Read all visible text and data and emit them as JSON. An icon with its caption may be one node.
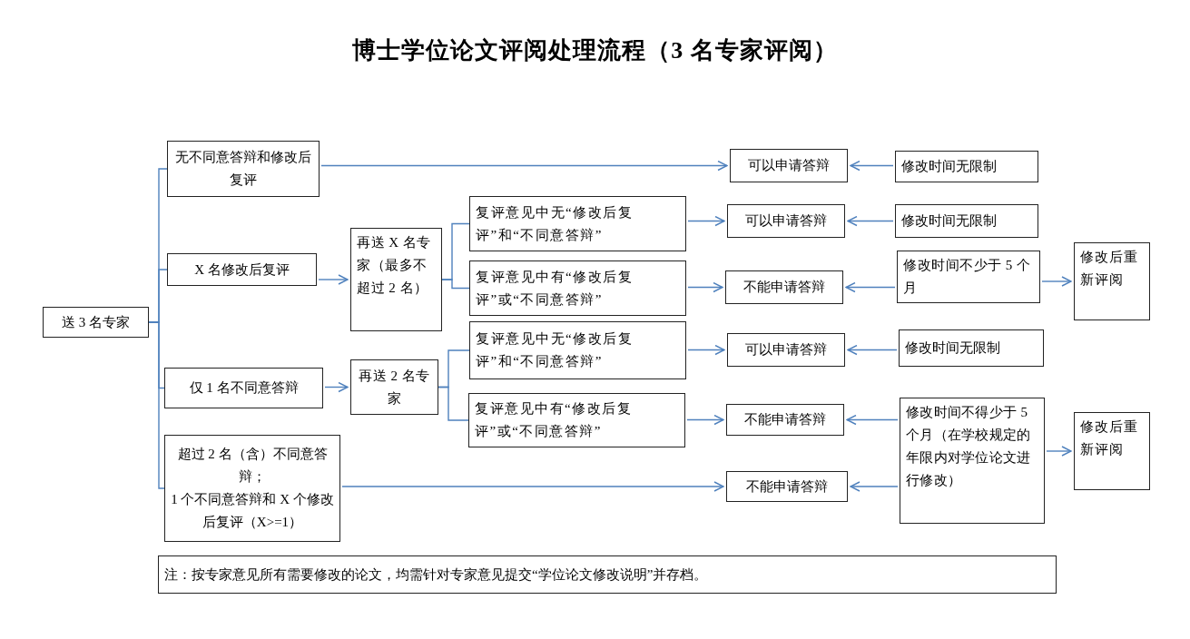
{
  "diagram": {
    "title": "博士学位论文评阅处理流程（3 名专家评阅）",
    "nodes": [
      {
        "text": [
          "送 3 名专家"
        ]
      },
      {
        "text": [
          "无不同意答辩和修改后复评"
        ]
      },
      {
        "text": [
          "X 名修改后复评"
        ]
      },
      {
        "text": [
          "仅 1 名不同意答辩"
        ]
      },
      {
        "text": [
          "超过 2 名（含）不同意答辩；",
          "1 个不同意答辩和 X 个修改后复评（X>=1）"
        ]
      },
      {
        "text": [
          "再送 X 名专家（最多不超过 2 名）"
        ]
      },
      {
        "text": [
          "再送 2 名专家"
        ]
      },
      {
        "text": [
          "复评意见中无“修改后复评”和“不同意答辩”"
        ]
      },
      {
        "text": [
          "复评意见中有“修改后复评”或“不同意答辩”"
        ]
      },
      {
        "text": [
          "复评意见中无“修改后复评”和“不同意答辩”"
        ]
      },
      {
        "text": [
          "复评意见中有“修改后复评”或“不同意答辩”"
        ]
      },
      {
        "text": [
          "可以申请答辩"
        ]
      },
      {
        "text": [
          "可以申请答辩"
        ]
      },
      {
        "text": [
          "不能申请答辩"
        ]
      },
      {
        "text": [
          "可以申请答辩"
        ]
      },
      {
        "text": [
          "不能申请答辩"
        ]
      },
      {
        "text": [
          "不能申请答辩"
        ]
      },
      {
        "text": [
          "修改时间无限制"
        ]
      },
      {
        "text": [
          "修改时间无限制"
        ]
      },
      {
        "text": [
          "修改时间不少于 5 个月"
        ]
      },
      {
        "text": [
          "修改时间无限制"
        ]
      },
      {
        "text": [
          "修改时间不得少于 5 个月（在学校规定的年限内对学位论文进行修改）"
        ]
      },
      {
        "text": [
          "修改后重新评阅"
        ]
      },
      {
        "text": [
          "修改后重新评阅"
        ]
      },
      {
        "text": [
          "注：按专家意见所有需要修改的论文，均需针对专家意见提交“学位论文修改说明”并存档。"
        ]
      }
    ],
    "edges": [
      {
        "from": 0,
        "to": 1,
        "arrow": "none"
      },
      {
        "from": 0,
        "to": 2,
        "arrow": "none"
      },
      {
        "from": 0,
        "to": 3,
        "arrow": "none"
      },
      {
        "from": 0,
        "to": 4,
        "arrow": "none"
      },
      {
        "from": 1,
        "to": 11,
        "arrow": "to"
      },
      {
        "from": 2,
        "to": 5,
        "arrow": "to"
      },
      {
        "from": 3,
        "to": 6,
        "arrow": "to"
      },
      {
        "from": 4,
        "to": 16,
        "arrow": "to"
      },
      {
        "from": 5,
        "to": 7,
        "arrow": "none"
      },
      {
        "from": 5,
        "to": 8,
        "arrow": "none"
      },
      {
        "from": 6,
        "to": 9,
        "arrow": "none"
      },
      {
        "from": 6,
        "to": 10,
        "arrow": "none"
      },
      {
        "from": 7,
        "to": 12,
        "arrow": "to"
      },
      {
        "from": 8,
        "to": 13,
        "arrow": "to"
      },
      {
        "from": 9,
        "to": 14,
        "arrow": "to"
      },
      {
        "from": 10,
        "to": 15,
        "arrow": "to"
      },
      {
        "from": 17,
        "to": 11,
        "arrow": "to"
      },
      {
        "from": 18,
        "to": 12,
        "arrow": "to"
      },
      {
        "from": 19,
        "to": 13,
        "arrow": "to"
      },
      {
        "from": 20,
        "to": 14,
        "arrow": "to"
      },
      {
        "from": 21,
        "to": 15,
        "arrow": "to"
      },
      {
        "from": 21,
        "to": 16,
        "arrow": "to"
      },
      {
        "from": 19,
        "to": 22,
        "arrow": "to"
      },
      {
        "from": 21,
        "to": 23,
        "arrow": "to"
      }
    ]
  }
}
